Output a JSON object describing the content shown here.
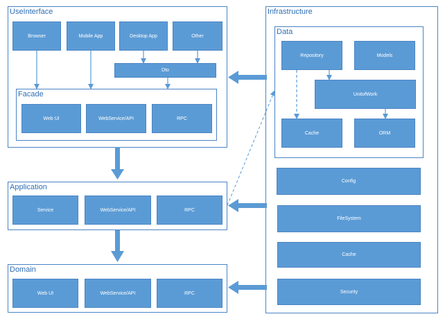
{
  "colors": {
    "accent": "#5b9bd5",
    "border": "#4a84c4",
    "title": "#2e6fb5"
  },
  "ui": {
    "title": "UseInterface",
    "browser": "Browser",
    "mobile_app": "Mobile App",
    "desktop_app": "Desktop App",
    "other": "Other",
    "dto": "Dto",
    "facade": {
      "title": "Facade",
      "web_ui": "Web UI",
      "webservice": "WebService/API",
      "rpc": "RPC"
    }
  },
  "application": {
    "title": "Application",
    "service": "Service",
    "webservice": "WebService/API",
    "rpc": "RPC"
  },
  "domain": {
    "title": "Domain",
    "web_ui": "Web UI",
    "webservice": "WebService/API",
    "rpc": "RPC"
  },
  "infrastructure": {
    "title": "Infrastructure",
    "data": {
      "title": "Data",
      "repository": "Repository",
      "models": "Models",
      "unitofwork": "UnitofWork",
      "cache": "Cache",
      "orm": "ORM"
    },
    "config": "Config",
    "filesystem": "FileSystem",
    "cache": "Cache",
    "security": "Security"
  }
}
